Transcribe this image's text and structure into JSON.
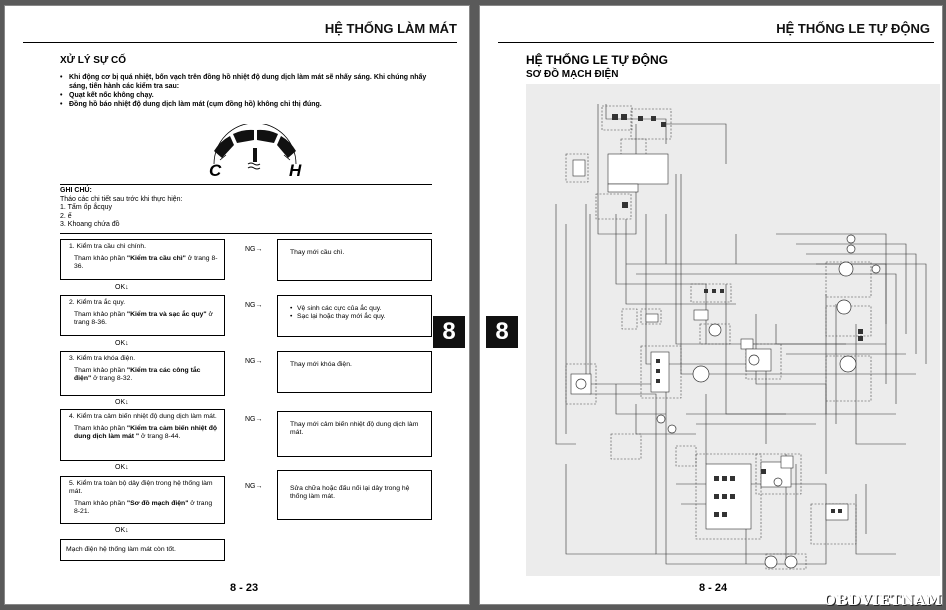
{
  "left_page": {
    "header": "HỆ THỐNG LÀM MÁT",
    "section_title": "XỬ LÝ SỰ CỐ",
    "intro_bullets": [
      "Khi động cơ bị quá nhiệt, bốn vạch trên đồng hồ nhiệt độ dung dịch làm mát sẽ nhấy sáng. Khi chúng nhấy sáng, tiến hành các kiểm tra sau:",
      "Quạt kết nốc không chạy.",
      "Đồng hồ báo nhiệt độ dung dịch làm mát (cụm đồng hồ) không chỉ thị đúng."
    ],
    "gauge": {
      "left_letter": "C",
      "right_letter": "H"
    },
    "note": {
      "heading": "GHI CHÚ:",
      "lines": [
        "Tháo các chi tiết sau trớc khi thực hiện:",
        "1. Tấm ốp ắcquy",
        "2. ế",
        "3. Khoang chứa đồ"
      ]
    },
    "steps": [
      {
        "title": "1. Kiểm tra cầu chì chính.",
        "ref_prefix": "Tham khảo phần ",
        "ref_bold": "\"Kiểm tra cầu chì\"",
        "ref_suffix": " ở trang 8-36.",
        "ng": "NG→",
        "result": [
          "Thay mới cầu chì."
        ],
        "result_bullets": false
      },
      {
        "title": "2. Kiểm tra ắc quy.",
        "ref_prefix": "Tham khảo phần ",
        "ref_bold": "\"Kiểm tra và sạc ắc quy\"",
        "ref_suffix": " ở trang 8-36.",
        "ng": "NG→",
        "result": [
          "Vệ sinh các cực của ắc quy.",
          "Sạc lại hoặc thay mới ắc quy."
        ],
        "result_bullets": true
      },
      {
        "title": "3. Kiểm tra khóa điện.",
        "ref_prefix": "Tham khảo phần ",
        "ref_bold": "\"Kiểm tra các công tắc điện\"",
        "ref_suffix": " ở trang 8-32.",
        "ng": "NG→",
        "result": [
          "Thay mới khóa điện."
        ],
        "result_bullets": false
      },
      {
        "title": "4. Kiểm tra cảm biến nhiệt độ dung dịch làm mát.",
        "ref_prefix": "Tham khảo phần ",
        "ref_bold": "\"Kiểm tra cảm biến nhiệt độ dung dịch làm mát \"",
        "ref_suffix": " ở trang 8-44.",
        "ng": "NG→",
        "result": [
          "Thay mới cảm biến nhiệt độ dung dịch làm mát."
        ],
        "result_bullets": false
      },
      {
        "title": "5. Kiểm tra toàn bộ dây điện trong hệ thống làm mát.",
        "ref_prefix": "Tham khảo phần ",
        "ref_bold": "\"Sơ đồ mạch điện\"",
        "ref_suffix": " ở trang 8-21.",
        "ng": "NG→",
        "result": [
          "Sửa chữa hoặc đấu nối lại dây trong hệ thống làm mát."
        ],
        "result_bullets": false
      }
    ],
    "ok_label": "OK↓",
    "final_box": "Mạch điện hệ thống làm mát còn tốt.",
    "page_number": "8 - 23",
    "section_tab": "8"
  },
  "right_page": {
    "header": "HỆ THỐNG LE TỰ ĐỘNG",
    "title": "HỆ THỐNG LE TỰ ĐỘNG",
    "subtitle": "SƠ ĐỒ MẠCH ĐIỆN",
    "page_number": "8 - 24",
    "section_tab": "8"
  },
  "watermark": "OBDVIETNAM",
  "colors": {
    "viewer_bg": "#5a5a5a",
    "page_bg": "#ffffff",
    "diagram_bg": "#ececec",
    "tab_bg": "#111111"
  }
}
